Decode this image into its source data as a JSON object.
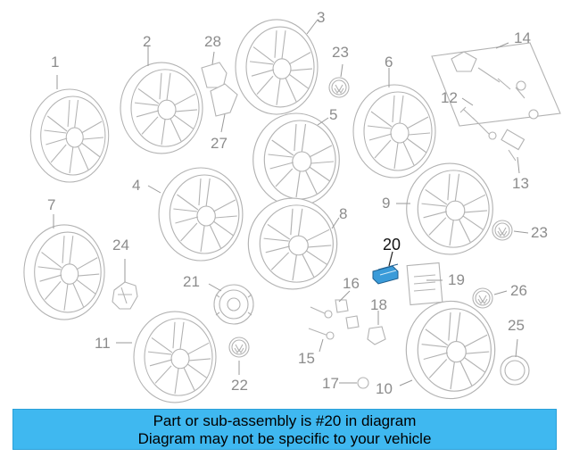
{
  "callouts": {
    "c1": "1",
    "c2": "2",
    "c3": "3",
    "c4": "4",
    "c5": "5",
    "c6": "6",
    "c7": "7",
    "c8": "8",
    "c9": "9",
    "c10": "10",
    "c11": "11",
    "c12": "12",
    "c13": "13",
    "c14": "14",
    "c15": "15",
    "c16": "16",
    "c17": "17",
    "c18": "18",
    "c19": "19",
    "c20": "20",
    "c21": "21",
    "c22": "22",
    "c23a": "23",
    "c23b": "23",
    "c24": "24",
    "c25": "25",
    "c26": "26",
    "c27": "27",
    "c28": "28"
  },
  "highlight": {
    "part": "20",
    "color": "#3a9bd9"
  },
  "banner": {
    "line1": "Part or sub-assembly is #20 in diagram",
    "line2": "Diagram may not be specific to your vehicle",
    "background": "#3fb8f0"
  },
  "colors": {
    "line_art": "#b3b3b3",
    "callout_text": "#8c8c8c"
  }
}
